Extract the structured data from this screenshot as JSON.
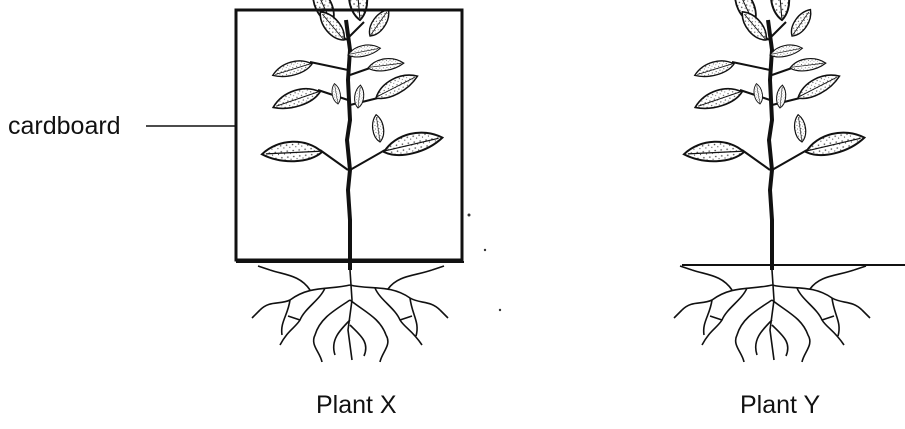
{
  "labels": {
    "cardboard": "cardboard",
    "plant_x": "Plant X",
    "plant_y": "Plant Y"
  },
  "colors": {
    "ink": "#111111",
    "background": "#ffffff"
  }
}
